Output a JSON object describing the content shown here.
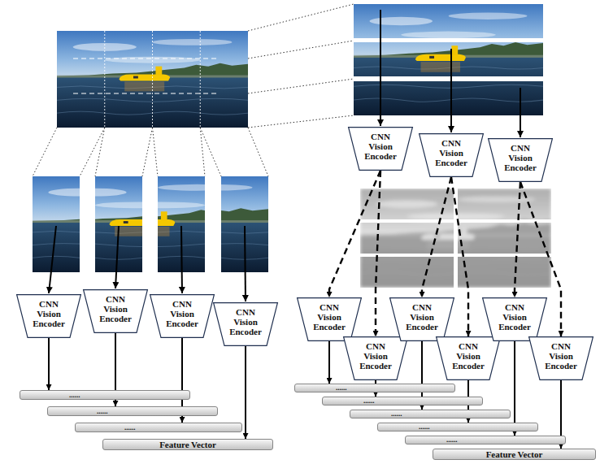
{
  "diagram": {
    "nodes": [
      {
        "text": [
          "CNN Vision Encoder"
        ]
      },
      {
        "text": [
          "CNN Vision Encoder"
        ]
      },
      {
        "text": [
          "CNN Vision Encoder"
        ]
      },
      {
        "text": [
          "CNN Vision Encoder"
        ]
      },
      {
        "text": [
          "......"
        ]
      },
      {
        "text": [
          "......"
        ]
      },
      {
        "text": [
          "......"
        ]
      },
      {
        "text": [
          "Feature Vector"
        ]
      },
      {
        "text": [
          "CNN Vision Encoder"
        ]
      },
      {
        "text": [
          "CNN Vision Encoder"
        ]
      },
      {
        "text": [
          "CNN Vision Encoder"
        ]
      },
      {
        "text": [
          "CNN Vision Encoder"
        ]
      },
      {
        "text": [
          "CNN Vision Encoder"
        ]
      },
      {
        "text": [
          "CNN Vision Encoder"
        ]
      },
      {
        "text": [
          "CNN Vision Encoder"
        ]
      },
      {
        "text": [
          "CNN Vision Encoder"
        ]
      },
      {
        "text": [
          "CNN Vision Encoder"
        ]
      },
      {
        "text": [
          "......"
        ]
      },
      {
        "text": [
          "......"
        ]
      },
      {
        "text": [
          "......"
        ]
      },
      {
        "text": [
          "......"
        ]
      },
      {
        "text": [
          "......"
        ]
      },
      {
        "text": [
          "Feature Vector"
        ]
      }
    ],
    "edges": [
      {
        "from": 0,
        "to": 4,
        "arrow": "to"
      },
      {
        "from": 1,
        "to": 5,
        "arrow": "to"
      },
      {
        "from": 2,
        "to": 6,
        "arrow": "to"
      },
      {
        "from": 3,
        "to": 7,
        "arrow": "to"
      },
      {
        "from": 8,
        "to": 11,
        "arrow": "to"
      },
      {
        "from": 8,
        "to": 12,
        "arrow": "to"
      },
      {
        "from": 9,
        "to": 13,
        "arrow": "to"
      },
      {
        "from": 9,
        "to": 14,
        "arrow": "to"
      },
      {
        "from": 10,
        "to": 15,
        "arrow": "to"
      },
      {
        "from": 10,
        "to": 16,
        "arrow": "to"
      },
      {
        "from": 11,
        "to": 17,
        "arrow": "to"
      },
      {
        "from": 12,
        "to": 18,
        "arrow": "to"
      },
      {
        "from": 13,
        "to": 19,
        "arrow": "to"
      },
      {
        "from": 14,
        "to": 20,
        "arrow": "to"
      },
      {
        "from": 15,
        "to": 21,
        "arrow": "to"
      },
      {
        "from": 16,
        "to": 22,
        "arrow": "to"
      }
    ]
  }
}
